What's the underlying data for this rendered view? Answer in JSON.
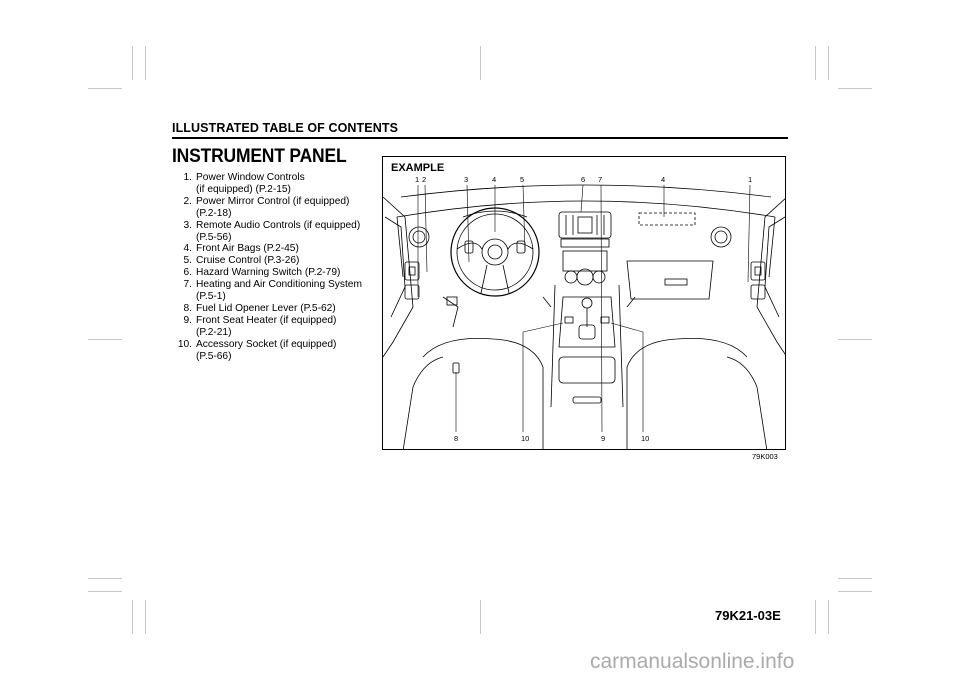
{
  "header": {
    "title": "ILLUSTRATED TABLE OF CONTENTS"
  },
  "section": {
    "title": "INSTRUMENT PANEL"
  },
  "items": [
    {
      "num": "1.",
      "label": "Power Window Controls",
      "ref": "(if equipped) (P.2-15)"
    },
    {
      "num": "2.",
      "label": "Power Mirror Control (if equipped)",
      "ref": "(P.2-18)"
    },
    {
      "num": "3.",
      "label": "Remote Audio Controls (if equipped)",
      "ref": "(P.5-56)"
    },
    {
      "num": "4.",
      "label": "Front Air Bags (P.2-45)",
      "ref": ""
    },
    {
      "num": "5.",
      "label": "Cruise Control (P.3-26)",
      "ref": ""
    },
    {
      "num": "6.",
      "label": "Hazard Warning Switch (P.2-79)",
      "ref": ""
    },
    {
      "num": "7.",
      "label": "Heating and Air Conditioning System",
      "ref": "(P.5-1)"
    },
    {
      "num": "8.",
      "label": "Fuel Lid Opener Lever (P.5-62)",
      "ref": ""
    },
    {
      "num": "9.",
      "label": "Front Seat Heater (if equipped)",
      "ref": "(P.2-21)"
    },
    {
      "num": "10.",
      "label": "Accessory Socket (if equipped)",
      "ref": "(P.5-66)"
    }
  ],
  "figure": {
    "example_label": "EXAMPLE",
    "code": "79K003",
    "callouts_top": [
      "1",
      "2",
      "3",
      "4",
      "5",
      "6",
      "7",
      "4",
      "1"
    ],
    "callouts_bottom": [
      "8",
      "10",
      "9",
      "10"
    ]
  },
  "page": {
    "code": "79K21-03E"
  },
  "watermark": "carmanualsonline.info"
}
